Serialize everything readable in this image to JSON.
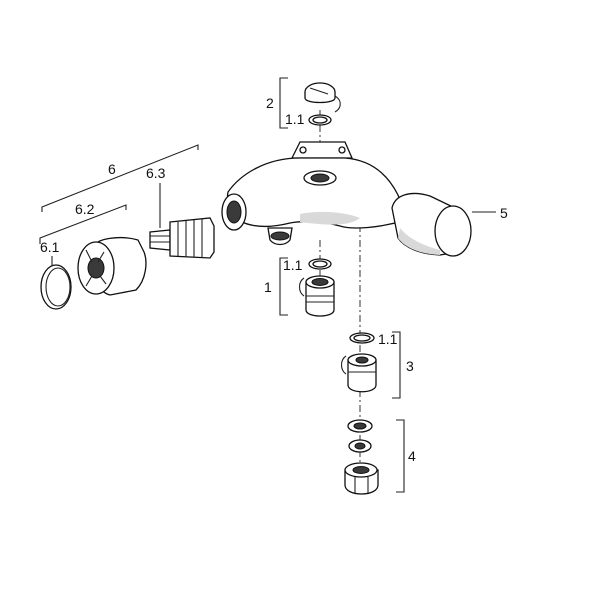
{
  "labels": {
    "l_6": "6",
    "l_6_3": "6.3",
    "l_6_2": "6.2",
    "l_6_1": "6.1",
    "l_2": "2",
    "l_1_1_top": "1.1",
    "l_1_1_mid": "1.1",
    "l_1": "1",
    "l_1_1_right": "1.1",
    "l_3": "3",
    "l_4": "4",
    "l_5": "5"
  }
}
